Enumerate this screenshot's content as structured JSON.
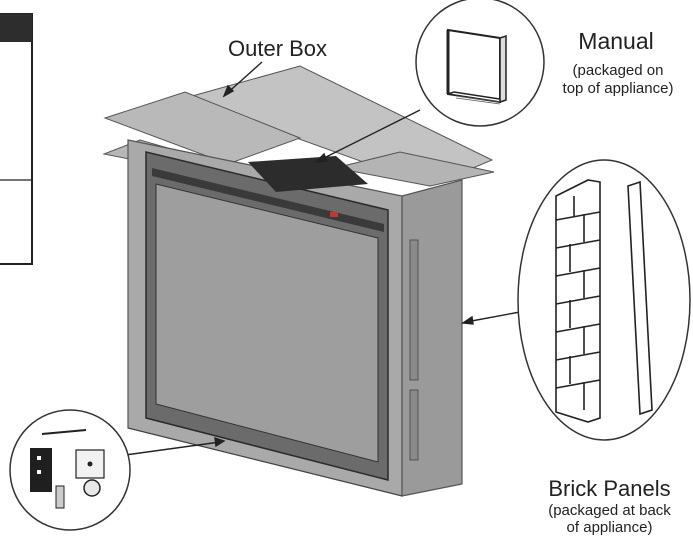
{
  "labels": {
    "outer_box": "Outer Box",
    "manual_title": "Manual",
    "manual_note_line1": "(packaged on",
    "manual_note_line2": "top of appliance)",
    "brick_title": "Brick Panels",
    "brick_note_line1": "(packaged at back",
    "brick_note_line2": "of appliance)"
  },
  "icons": {
    "manual": "book-icon",
    "brick_panels": "brick-panel-icon",
    "hardware": "hardware-kit-icon"
  },
  "colors": {
    "box_fill": "#a9a9a9",
    "box_top": "#bdbdbd",
    "fireplace_frame": "#4a4a4a",
    "line": "#222222"
  }
}
